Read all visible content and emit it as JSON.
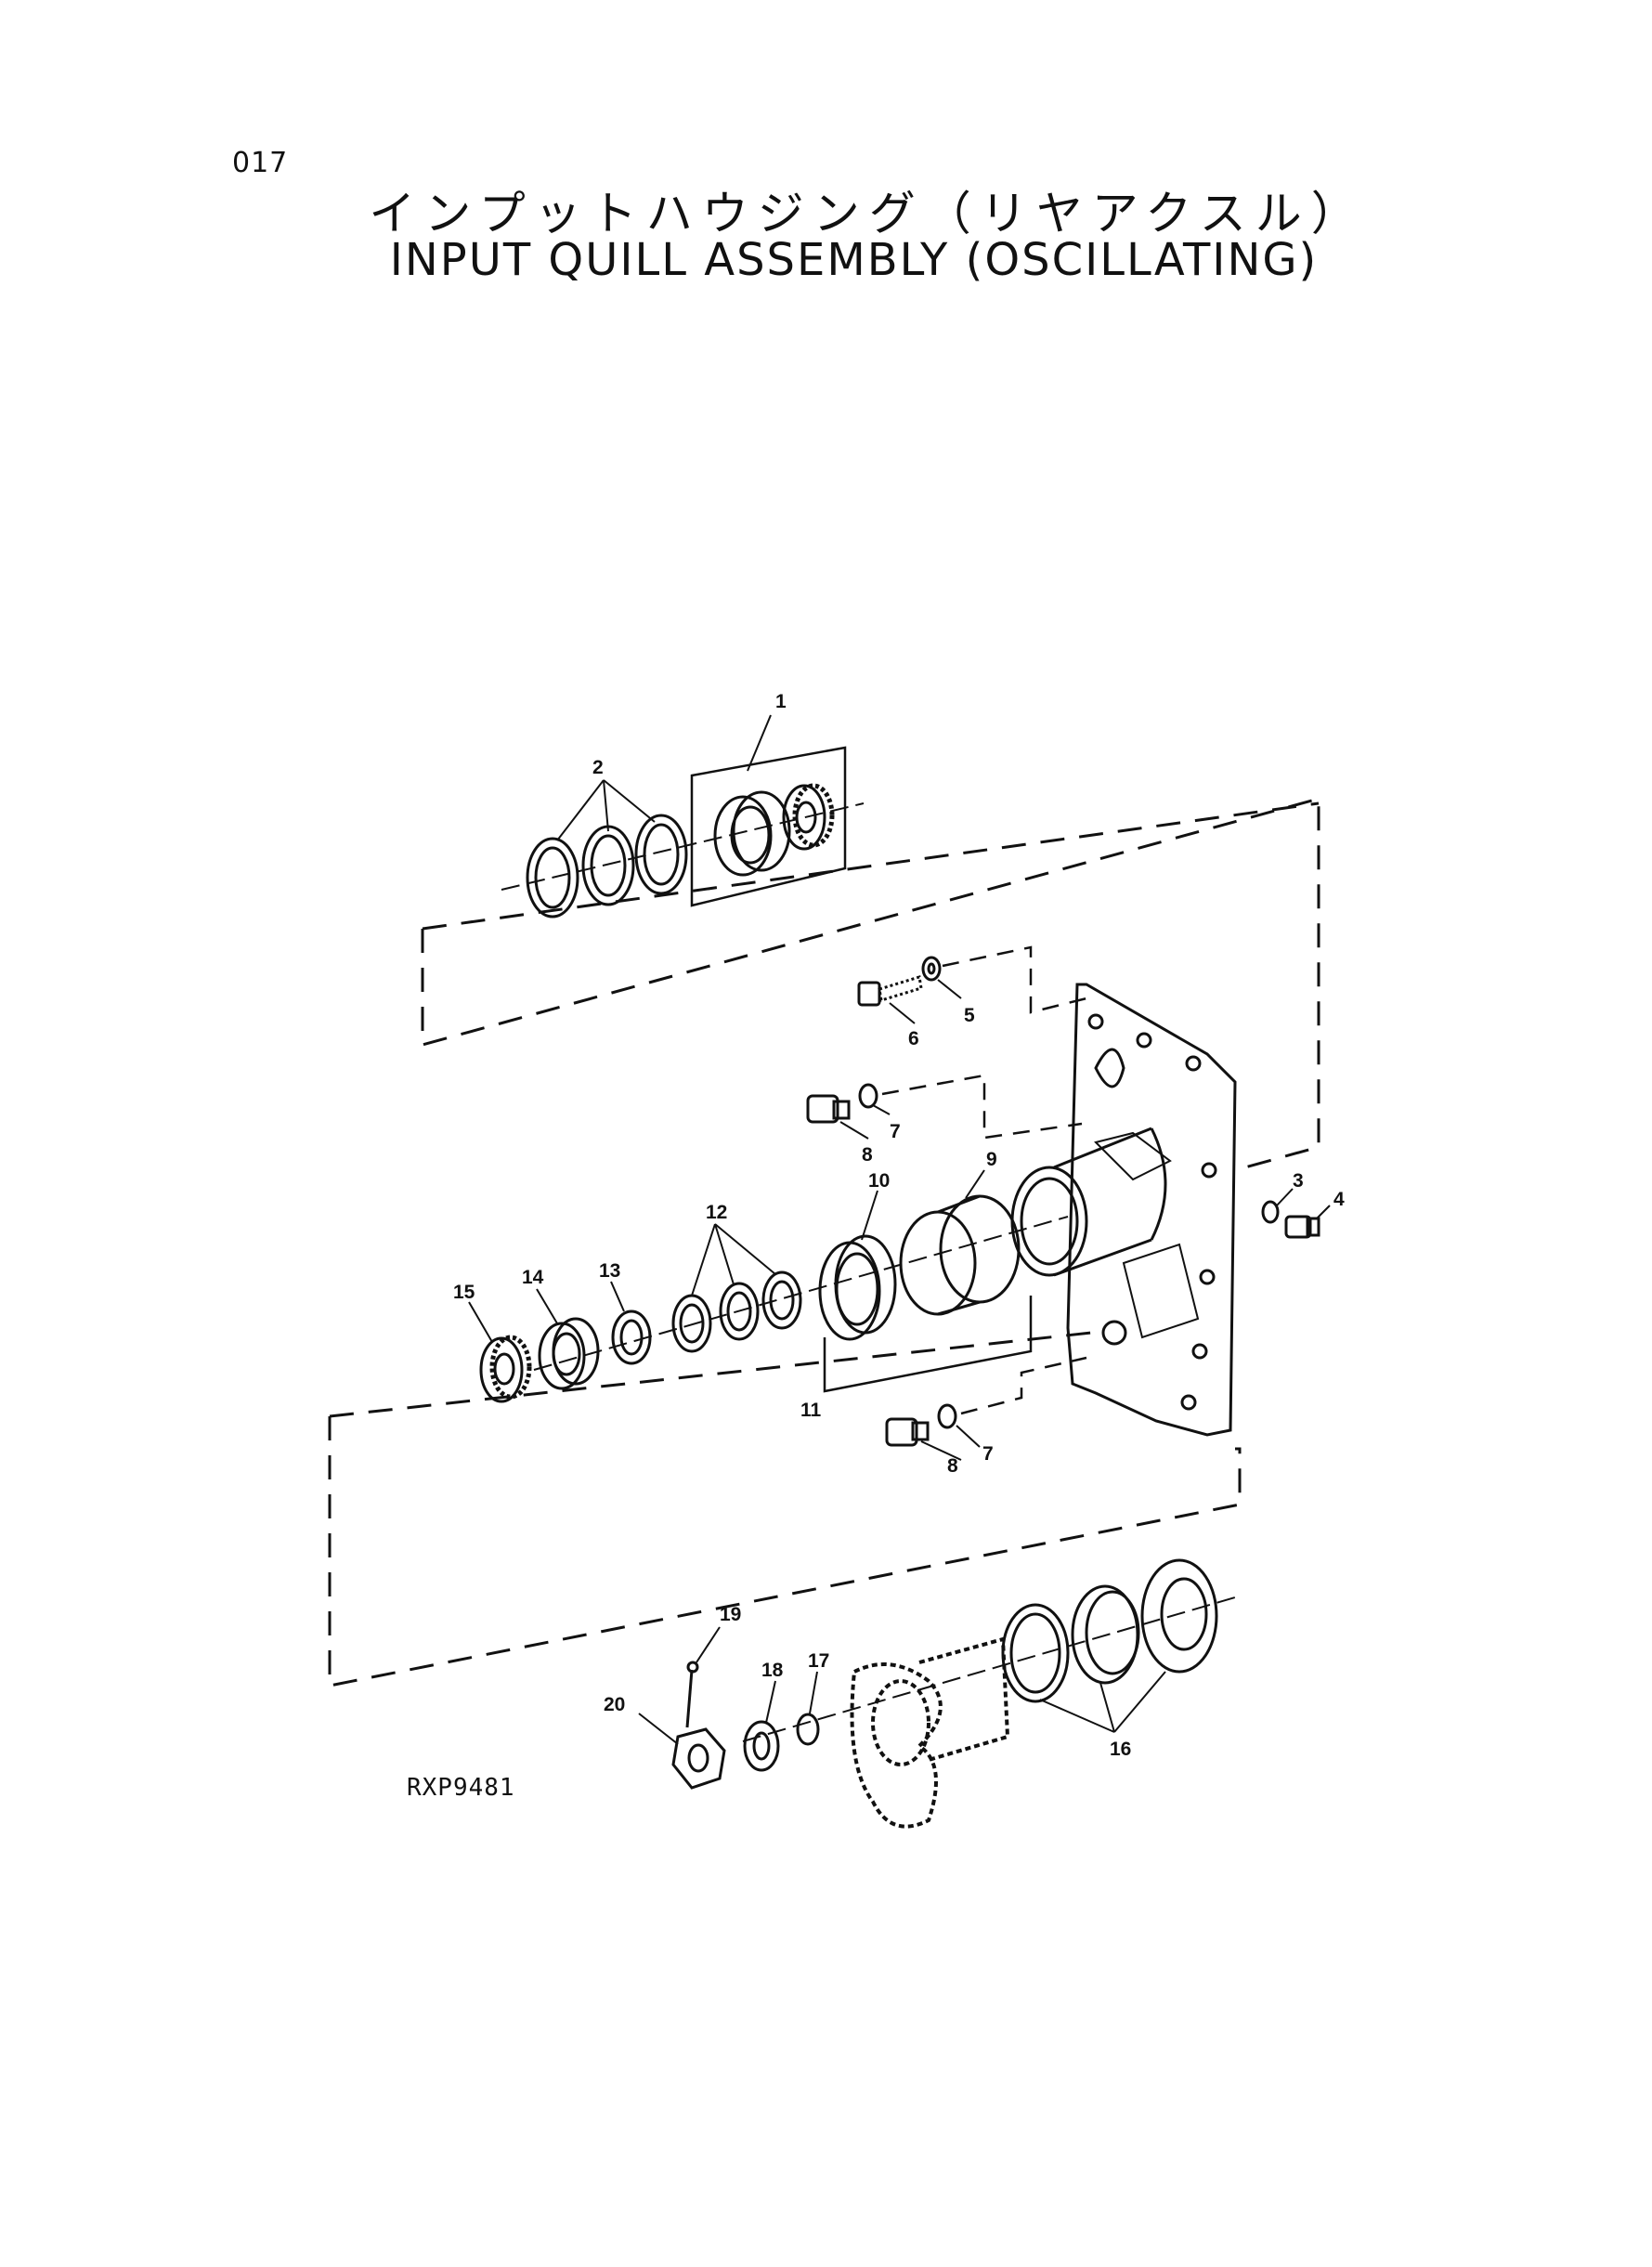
{
  "page_number": "017",
  "title_jp": "インプットハウジング（リヤアクスル）",
  "title_en": "INPUT QUILL ASSEMBLY (OSCILLATING)",
  "figure_code": "RXP9481",
  "callouts": {
    "c1": "1",
    "c2": "2",
    "c3": "3",
    "c4": "4",
    "c5": "5",
    "c6": "6",
    "c7a": "7",
    "c7b": "7",
    "c8a": "8",
    "c8b": "8",
    "c9": "9",
    "c10": "10",
    "c11": "11",
    "c12": "12",
    "c13": "13",
    "c14": "14",
    "c15": "15",
    "c16": "16",
    "c17": "17",
    "c18": "18",
    "c19": "19",
    "c20": "20"
  }
}
